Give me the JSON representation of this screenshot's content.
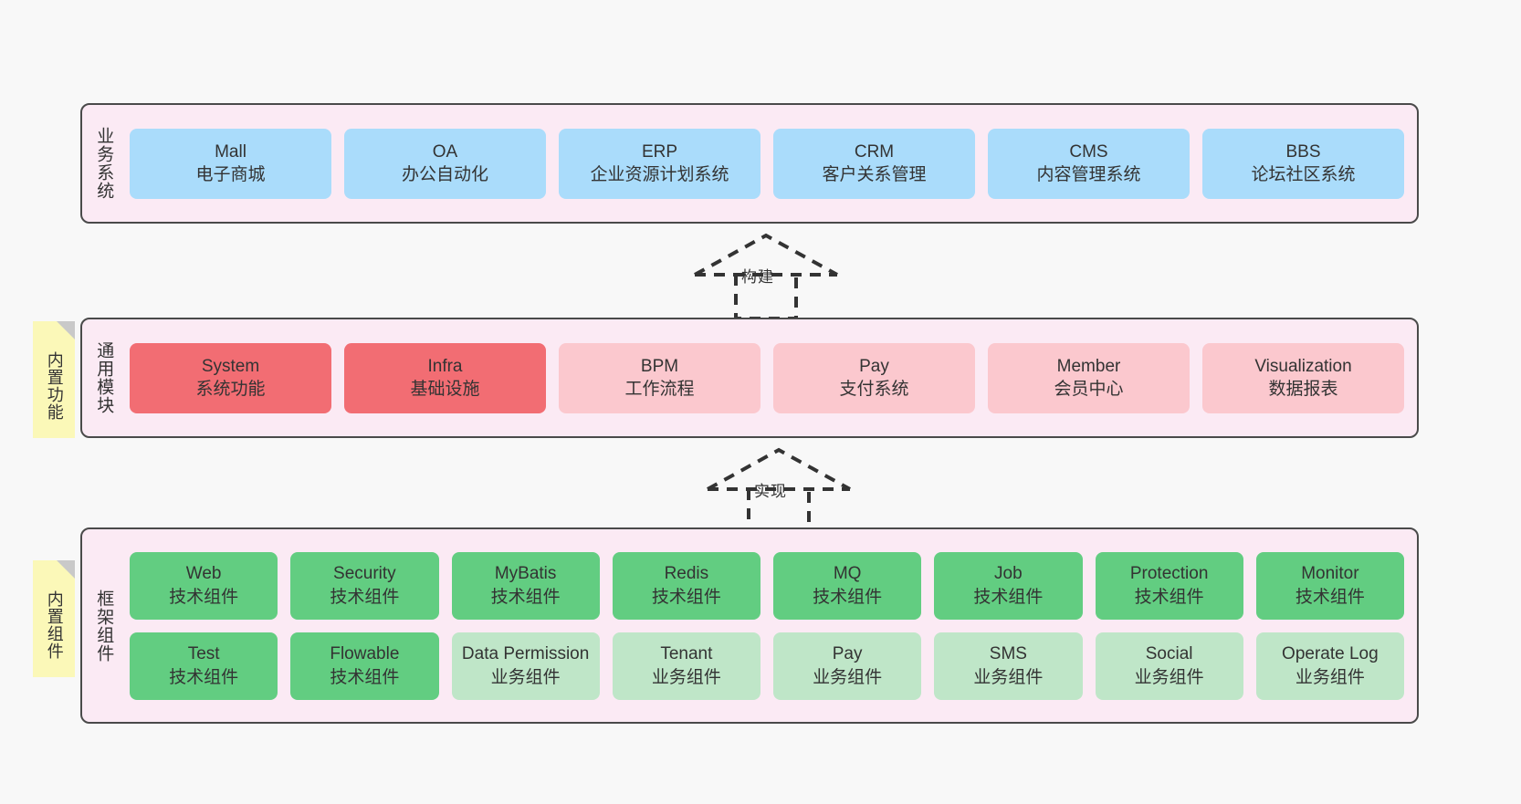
{
  "diagram": {
    "background_color": "#f8f8f8",
    "layer_fill": "#fbeaf4",
    "layer_border": "#4a4a4a",
    "note_color": "#fbf8b8"
  },
  "notes": [
    {
      "id": "builtin-function",
      "label": "内置功能"
    },
    {
      "id": "builtin-component",
      "label": "内置组件"
    }
  ],
  "connectors": [
    {
      "id": "build",
      "label": "构建",
      "style": "dashed-hollow-triangle-up"
    },
    {
      "id": "implement",
      "label": "实现",
      "style": "dashed-hollow-triangle-up"
    }
  ],
  "layers": [
    {
      "id": "business-systems",
      "title": "业务系统",
      "color": "#aadcfb",
      "rows": [
        [
          {
            "en": "Mall",
            "cn": "电子商城",
            "color": "blue"
          },
          {
            "en": "OA",
            "cn": "办公自动化",
            "color": "blue"
          },
          {
            "en": "ERP",
            "cn": "企业资源计划系统",
            "color": "blue"
          },
          {
            "en": "CRM",
            "cn": "客户关系管理",
            "color": "blue"
          },
          {
            "en": "CMS",
            "cn": "内容管理系统",
            "color": "blue"
          },
          {
            "en": "BBS",
            "cn": "论坛社区系统",
            "color": "blue"
          }
        ]
      ]
    },
    {
      "id": "common-modules",
      "title": "通用模块",
      "color": "#f26d73",
      "rows": [
        [
          {
            "en": "System",
            "cn": "系统功能",
            "color": "red"
          },
          {
            "en": "Infra",
            "cn": "基础设施",
            "color": "red"
          },
          {
            "en": "BPM",
            "cn": "工作流程",
            "color": "pink"
          },
          {
            "en": "Pay",
            "cn": "支付系统",
            "color": "pink"
          },
          {
            "en": "Member",
            "cn": "会员中心",
            "color": "pink"
          },
          {
            "en": "Visualization",
            "cn": "数据报表",
            "color": "pink"
          }
        ]
      ]
    },
    {
      "id": "framework-components",
      "title": "框架组件",
      "color": "#62cd81",
      "rows": [
        [
          {
            "en": "Web",
            "cn": "技术组件",
            "color": "green"
          },
          {
            "en": "Security",
            "cn": "技术组件",
            "color": "green"
          },
          {
            "en": "MyBatis",
            "cn": "技术组件",
            "color": "green"
          },
          {
            "en": "Redis",
            "cn": "技术组件",
            "color": "green"
          },
          {
            "en": "MQ",
            "cn": "技术组件",
            "color": "green"
          },
          {
            "en": "Job",
            "cn": "技术组件",
            "color": "green"
          },
          {
            "en": "Protection",
            "cn": "技术组件",
            "color": "green"
          },
          {
            "en": "Monitor",
            "cn": "技术组件",
            "color": "green"
          }
        ],
        [
          {
            "en": "Test",
            "cn": "技术组件",
            "color": "green"
          },
          {
            "en": "Flowable",
            "cn": "技术组件",
            "color": "green"
          },
          {
            "en": "Data Permission",
            "cn": "业务组件",
            "color": "lightgrn"
          },
          {
            "en": "Tenant",
            "cn": "业务组件",
            "color": "lightgrn"
          },
          {
            "en": "Pay",
            "cn": "业务组件",
            "color": "lightgrn"
          },
          {
            "en": "SMS",
            "cn": "业务组件",
            "color": "lightgrn"
          },
          {
            "en": "Social",
            "cn": "业务组件",
            "color": "lightgrn"
          },
          {
            "en": "Operate Log",
            "cn": "业务组件",
            "color": "lightgrn"
          }
        ]
      ]
    }
  ]
}
